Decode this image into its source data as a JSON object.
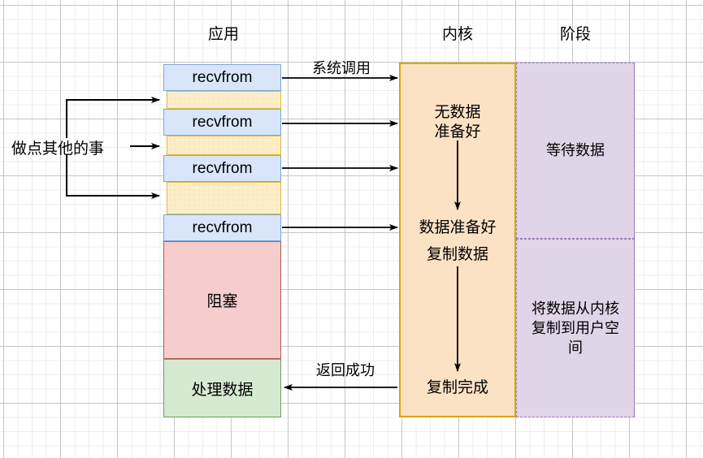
{
  "diagram": {
    "title_app": "应用",
    "title_kernel": "内核",
    "title_stage": "阶段"
  },
  "app_column": {
    "calls": [
      {
        "label": "recvfrom"
      },
      {
        "label": "recvfrom"
      },
      {
        "label": "recvfrom"
      },
      {
        "label": "recvfrom"
      }
    ],
    "gaps": [
      {
        "label": ""
      },
      {
        "label": ""
      },
      {
        "label": ""
      }
    ],
    "blocked_label": "阻塞",
    "process_label": "处理数据"
  },
  "kernel_column": {
    "no_data_label": "无数据\n准备好",
    "data_ready_label": "数据准备好",
    "copy_data_label": "复制数据",
    "copy_done_label": "复制完成"
  },
  "stage_column": {
    "wait_label": "等待数据",
    "copy_label": "将数据从内核复制到用户空间"
  },
  "edges": {
    "syscall_label": "系统调用",
    "return_label": "返回成功",
    "other_work_label": "做点其他的事"
  },
  "colors": {
    "recvfrom_fill": "#d9e6fa",
    "recvfrom_stroke": "#7ea6d9",
    "gap_fill": "#fbeec8",
    "gap_stroke": "#e0b93c",
    "blocked_fill": "#f5cdcd",
    "blocked_stroke": "#b55b52",
    "process_fill": "#d6e9d1",
    "process_stroke": "#6aa359",
    "kernel_fill": "#fce2c4",
    "kernel_stroke": "#e0a300",
    "stage_fill": "#e0d4e8",
    "stage_stroke": "#9b7cb5",
    "arrow": "#000000"
  }
}
